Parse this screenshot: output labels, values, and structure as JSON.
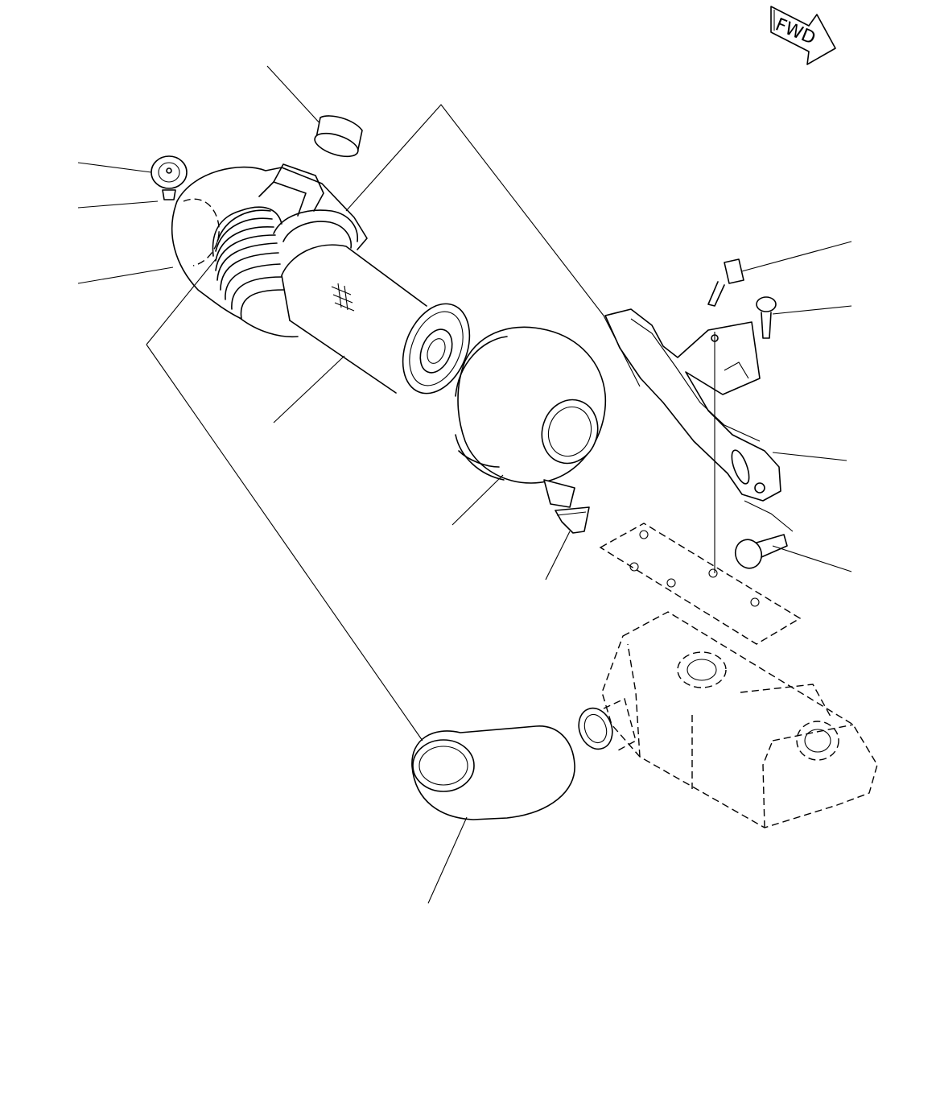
{
  "diagram": {
    "orientation_badge": {
      "label": "FWD",
      "icon": "forward-arrow-icon"
    },
    "parts": [
      {
        "name": "dust-cap",
        "icon": "cap-icon"
      },
      {
        "name": "indicator-knob",
        "icon": "knob-icon"
      },
      {
        "name": "clamp-bolt",
        "icon": "bolt-icon"
      },
      {
        "name": "air-cleaner-body",
        "icon": "housing-icon"
      },
      {
        "name": "filter-element",
        "icon": "cylinder-icon"
      },
      {
        "name": "end-cover",
        "icon": "cover-icon"
      },
      {
        "name": "evacuator-valve",
        "icon": "valve-icon"
      },
      {
        "name": "mounting-bracket",
        "icon": "bracket-icon"
      },
      {
        "name": "bolt-upper-1",
        "icon": "bolt-icon"
      },
      {
        "name": "bolt-upper-2",
        "icon": "bolt-icon"
      },
      {
        "name": "bolt-lower",
        "icon": "bolt-icon"
      },
      {
        "name": "intake-hose",
        "icon": "hose-icon"
      },
      {
        "name": "engine-cover",
        "icon": "engine-icon"
      }
    ],
    "line_color": "#000000",
    "background_color": "#ffffff"
  }
}
